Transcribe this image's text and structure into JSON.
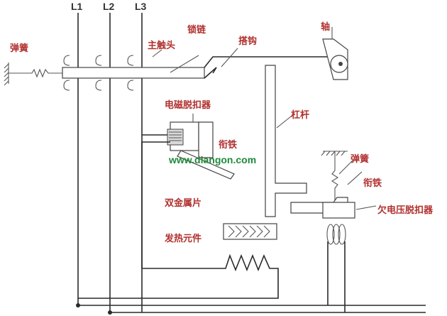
{
  "phases": [
    "L1",
    "L2",
    "L3"
  ],
  "labels": {
    "spring_left": "弹簧",
    "main_contact": "主触头",
    "lock_chain": "锁链",
    "hook": "搭钩",
    "shaft": "轴",
    "magnetic_release": "电磁脱扣器",
    "armature_top": "衔铁",
    "lever": "杠杆",
    "spring_right": "弹簧",
    "armature_right": "衔铁",
    "undervoltage_release": "欠电压脱扣器",
    "bimetal": "双金属片",
    "heater": "发热元件"
  },
  "watermark": "www.diangon.com",
  "colors": {
    "label": "#b0302e",
    "watermark": "#1f8a3a",
    "wire": "#2a2a2a"
  }
}
